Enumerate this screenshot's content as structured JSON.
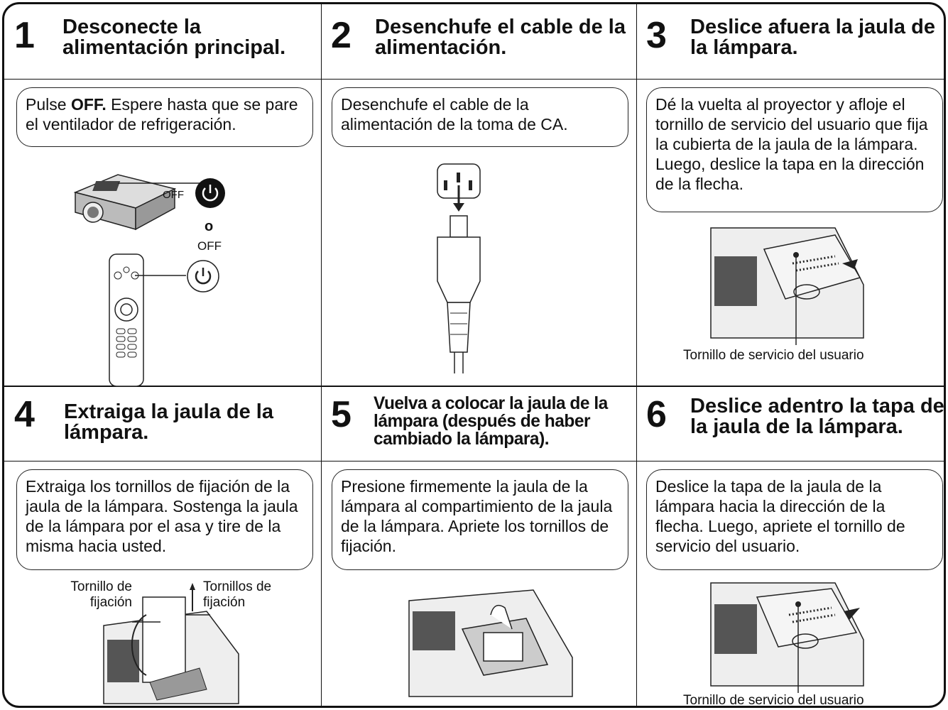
{
  "steps": [
    {
      "number": "1",
      "title": "Desconecte la alimentación principal.",
      "text_pre": "Pulse ",
      "text_bold": "OFF.",
      "text_post": " Espere hasta que se pare el ventilador de refrigeración.",
      "off_label": "OFF",
      "or_label": "o",
      "off_label_2": "OFF"
    },
    {
      "number": "2",
      "title": "Desenchufe el cable de la alimentación.",
      "text": "Desenchufe el cable de la alimentación de la toma de CA."
    },
    {
      "number": "3",
      "title": "Deslice afuera la jaula de la lámpara.",
      "text": "Dé la vuelta al proyector y afloje el tornillo de servicio del usuario que fija la cubierta de la jaula de la lámpara. Luego, deslice la tapa en la dirección de la flecha.",
      "caption": "Tornillo de servicio del usuario"
    },
    {
      "number": "4",
      "title": "Extraiga la jaula de la lámpara.",
      "text": "Extraiga los tornillos de fijación de la jaula de la lámpara. Sostenga la jaula de la lámpara por el asa y tire de la misma hacia usted.",
      "label_left": "Tornillo de fijación",
      "label_right": "Tornillos de fijación"
    },
    {
      "number": "5",
      "title": "Vuelva a colocar la jaula de la lámpara (después de haber cambiado la lámpara).",
      "text": "Presione firmemente la jaula de la lámpara al compartimiento de la jaula de la lámpara. Apriete los tornillos de fijación."
    },
    {
      "number": "6",
      "title": "Deslice adentro la tapa de la jaula de la lámpara.",
      "text": "Deslice la tapa de la jaula de la lámpara hacia la dirección de la flecha. Luego, apriete el tornillo de servicio del usuario.",
      "caption": "Tornillo de servicio del usuario"
    }
  ]
}
